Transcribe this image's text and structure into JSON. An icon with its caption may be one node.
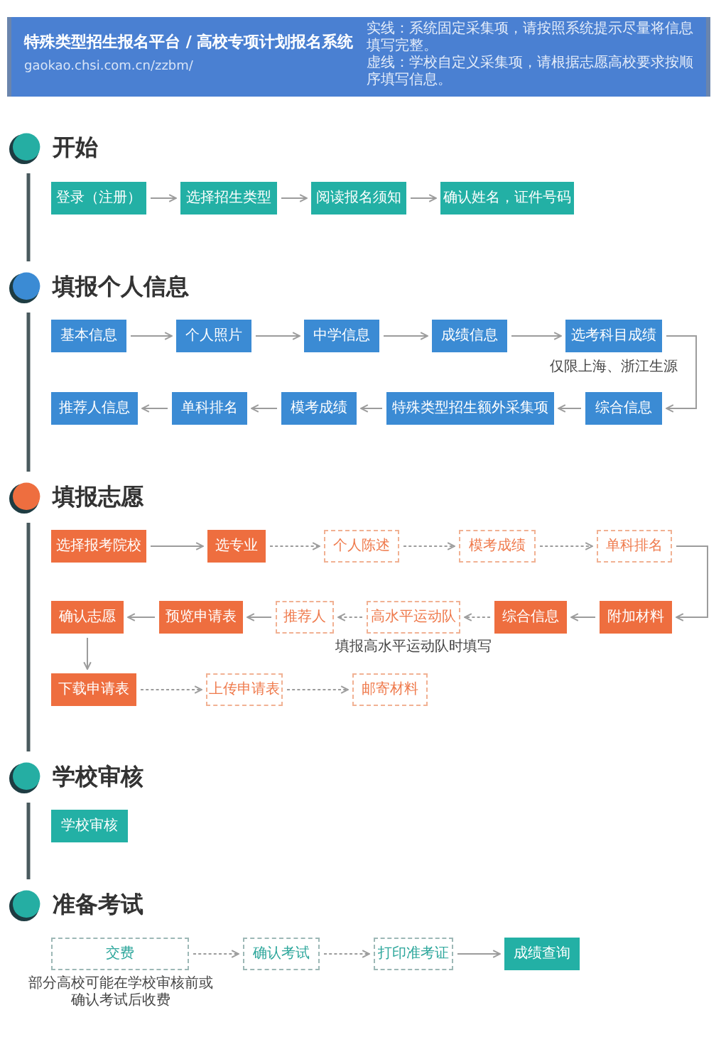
{
  "diagram": {
    "title": "特殊类型招生报名平台 / 高校专项计划报名系统",
    "nodes": [
      {
        "text": [
          "开始"
        ]
      },
      {
        "text": [
          "登录（注册）"
        ]
      },
      {
        "text": [
          "选择招生类型"
        ]
      },
      {
        "text": [
          "阅读报名须知"
        ]
      },
      {
        "text": [
          "确认姓名，证件号码"
        ]
      },
      {
        "text": [
          "填报个人信息"
        ]
      },
      {
        "text": [
          "基本信息"
        ]
      },
      {
        "text": [
          "个人照片"
        ]
      },
      {
        "text": [
          "中学信息"
        ]
      },
      {
        "text": [
          "成绩信息"
        ]
      },
      {
        "text": [
          "选考科目成绩"
        ],
        "beside": [
          "仅限上海、浙江生源"
        ]
      },
      {
        "text": [
          "推荐人信息"
        ]
      },
      {
        "text": [
          "单科排名"
        ]
      },
      {
        "text": [
          "模考成绩"
        ]
      },
      {
        "text": [
          "特殊类型招生额外采集项"
        ]
      },
      {
        "text": [
          "综合信息"
        ]
      },
      {
        "text": [
          "填报志愿"
        ]
      },
      {
        "text": [
          "选择报考院校"
        ]
      },
      {
        "text": [
          "选专业"
        ]
      },
      {
        "text": [
          "个人陈述"
        ]
      },
      {
        "text": [
          "模考成绩"
        ]
      },
      {
        "text": [
          "单科排名"
        ]
      },
      {
        "text": [
          "确认志愿"
        ]
      },
      {
        "text": [
          "预览申请表"
        ]
      },
      {
        "text": [
          "推荐人"
        ]
      },
      {
        "text": [
          "高水平运动队"
        ],
        "beside": [
          "填报高水平运动队时填写"
        ]
      },
      {
        "text": [
          "综合信息"
        ]
      },
      {
        "text": [
          "附加材料"
        ]
      },
      {
        "text": [
          "下载申请表"
        ]
      },
      {
        "text": [
          "上传申请表"
        ]
      },
      {
        "text": [
          "邮寄材料"
        ]
      },
      {
        "text": [
          "学校审核"
        ]
      },
      {
        "text": [
          "学校审核"
        ]
      },
      {
        "text": [
          "准备考试"
        ]
      },
      {
        "text": [
          "交费"
        ],
        "beside": [
          "部分高校可能在学校审核前或确认考试后收费"
        ]
      },
      {
        "text": [
          "确认考试"
        ]
      },
      {
        "text": [
          "打印准考证"
        ]
      },
      {
        "text": [
          "成绩查询"
        ]
      }
    ],
    "edges": [
      {
        "from": 0,
        "to": 5,
        "arrow": "none",
        "style": "thick",
        "color": "#4a5a5e"
      },
      {
        "from": 5,
        "to": 16,
        "arrow": "none",
        "style": "thick",
        "color": "#4a5a5e"
      },
      {
        "from": 16,
        "to": 31,
        "arrow": "none",
        "style": "thick",
        "color": "#4a5a5e"
      },
      {
        "from": 31,
        "to": 33,
        "arrow": "none",
        "style": "thick",
        "color": "#4a5a5e"
      },
      {
        "from": 1,
        "to": 2,
        "arrow": "to"
      },
      {
        "from": 2,
        "to": 3,
        "arrow": "to"
      },
      {
        "from": 3,
        "to": 4,
        "arrow": "to"
      },
      {
        "from": 6,
        "to": 7,
        "arrow": "to"
      },
      {
        "from": 7,
        "to": 8,
        "arrow": "to"
      },
      {
        "from": 8,
        "to": 9,
        "arrow": "to"
      },
      {
        "from": 9,
        "to": 10,
        "arrow": "to"
      },
      {
        "from": 10,
        "to": 15,
        "arrow": "to"
      },
      {
        "from": 15,
        "to": 14,
        "arrow": "to"
      },
      {
        "from": 14,
        "to": 13,
        "arrow": "to"
      },
      {
        "from": 13,
        "to": 12,
        "arrow": "to"
      },
      {
        "from": 12,
        "to": 11,
        "arrow": "to"
      },
      {
        "from": 17,
        "to": 18,
        "arrow": "to"
      },
      {
        "from": 18,
        "to": 19,
        "arrow": "to",
        "style": "dashed"
      },
      {
        "from": 19,
        "to": 20,
        "arrow": "to",
        "style": "dashed"
      },
      {
        "from": 20,
        "to": 21,
        "arrow": "to",
        "style": "dashed"
      },
      {
        "from": 21,
        "to": 27,
        "arrow": "to"
      },
      {
        "from": 27,
        "to": 26,
        "arrow": "to"
      },
      {
        "from": 26,
        "to": 25,
        "arrow": "to",
        "style": "dashed"
      },
      {
        "from": 25,
        "to": 24,
        "arrow": "to",
        "style": "dashed"
      },
      {
        "from": 24,
        "to": 23,
        "arrow": "to"
      },
      {
        "from": 23,
        "to": 22,
        "arrow": "to"
      },
      {
        "from": 22,
        "to": 28,
        "arrow": "to"
      },
      {
        "from": 28,
        "to": 29,
        "arrow": "to",
        "style": "dashed"
      },
      {
        "from": 29,
        "to": 30,
        "arrow": "to",
        "style": "dashed"
      },
      {
        "from": 34,
        "to": 35,
        "arrow": "to",
        "style": "dashed"
      },
      {
        "from": 35,
        "to": 36,
        "arrow": "to",
        "style": "dashed"
      },
      {
        "from": 36,
        "to": 37,
        "arrow": "to"
      }
    ],
    "labels": [
      "gaokao.chsi.com.cn/zzbm/",
      "实线：系统固定采集项，请按照系统提示尽量将信息填写完整。",
      "虚线：学校自定义采集项，请根据志愿高校要求按顺序填写信息。"
    ]
  }
}
